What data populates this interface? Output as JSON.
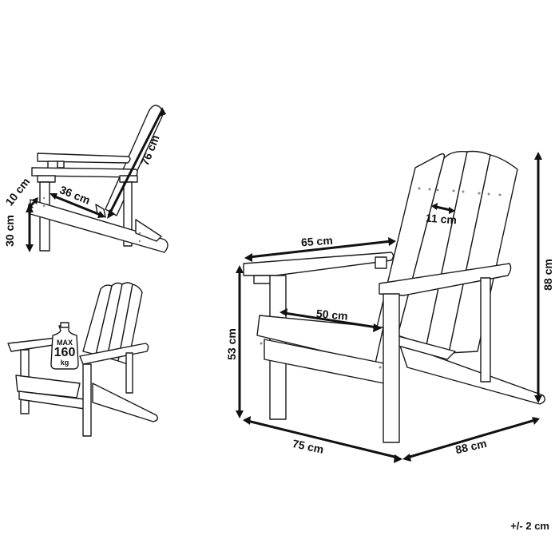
{
  "diagram": {
    "subject": "Adirondack chair dimensions",
    "side_view": {
      "dimensions": {
        "backrest_length": "76 cm",
        "seat_depth": "36 cm",
        "seat_thickness": "10 cm",
        "seat_height": "30 cm"
      }
    },
    "load_view": {
      "weight_badge": {
        "label": "MAX",
        "value": "160",
        "unit": "kg"
      }
    },
    "main_view": {
      "dimensions": {
        "armrest_length": "65 cm",
        "slat_width": "11 cm",
        "seat_width": "50 cm",
        "arm_height": "53 cm",
        "total_height": "88 cm",
        "width": "75 cm",
        "depth": "88 cm"
      }
    },
    "tolerance": "+/- 2 cm"
  }
}
